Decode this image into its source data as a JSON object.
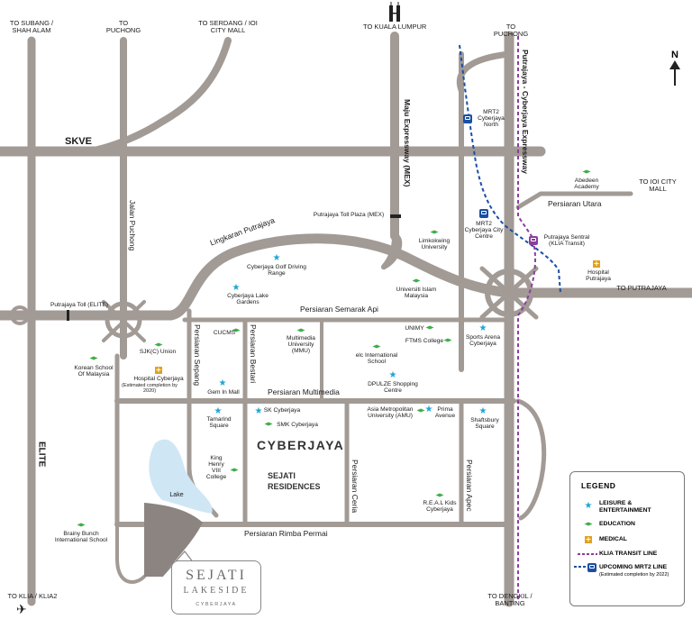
{
  "destinations": {
    "subang": "TO SUBANG / SHAH ALAM",
    "puchong_left": "TO PUCHONG",
    "serdang": "TO SERDANG / IOI CITY MALL",
    "kuala_lumpur": "TO KUALA LUMPUR",
    "puchong_right": "TO PUCHONG",
    "ioi_city": "TO IOI CITY MALL",
    "putrajaya": "TO PUTRAJAYA",
    "klia": "TO KLIA / KLIA2",
    "dengkil": "TO DENGKIL / BANTING"
  },
  "roads": {
    "skve": "SKVE",
    "jalan_puchong": "Jalan Puchong",
    "lingkaran": "Lingkaran Putrajaya",
    "mex": "Maju Expressway (MEX)",
    "pce": "Putrajaya - Cyberjaya Expressway",
    "persiaran_utara": "Persiaran Utara",
    "semarak_api": "Persiaran Semarak Api",
    "sepang": "Persiaran Sepang",
    "bestari": "Persiaran Bestari",
    "multimedia": "Persiaran Multimedia",
    "ceria": "Persiaran Ceria",
    "apec": "Persiaran Apec",
    "rimba_permai": "Persiaran Rimba Permai",
    "elite": "ELITE"
  },
  "tolls": {
    "mex_toll": "Putrajaya Toll Plaza (MEX)",
    "elite_toll": "Putrajaya Toll (ELITE)"
  },
  "places": {
    "golf": "Cyberjaya Golf Driving Range",
    "lake_gardens": "Cyberjaya Lake Gardens",
    "limkokwing": "Limkokwing University",
    "uim": "Universiti Islam Malaysia",
    "abedeen": "Abedeen Academy",
    "mrt_north": "MRT2 Cyberjaya North",
    "mrt_centre": "MRT2 Cyberjaya City Centre",
    "sentral": "Putrajaya Sentral (KLIA Transit)",
    "hospital_pj": "Hospital Putrajaya",
    "cucms": "CUCMS",
    "mmu": "Multimedia University (MMU)",
    "unimy": "UNIMY",
    "ftms": "FTMS College",
    "sports_arena": "Sports Arena Cyberjaya",
    "elc": "elc International School",
    "dpulze": "DPULZE Shopping Centre",
    "sjkc": "SJK(C) Union",
    "korean": "Korean School Of Malaysia",
    "hospital_cj": "Hospital Cyberjaya",
    "hospital_cj_note": "(Estimated completion by 2020)",
    "gem_in": "Gem In Mall",
    "tamarind": "Tamarind Square",
    "sk_cyberjaya": "SK Cyberjaya",
    "smk_cyberjaya": "SMK Cyberjaya",
    "amu": "Asia Metropolitan University (AMU)",
    "prima": "Prima Avenue",
    "shaftsbury": "Shaftsbury Square",
    "king_henry": "King Henry VIII College",
    "real_kids": "R.E.A.L Kids Cyberjaya",
    "brainy_bunch": "Brainy Bunch International School",
    "lake": "Lake",
    "cyberjaya": "CYBERJAYA",
    "sejati_residences": "SEJATI RESIDENCES"
  },
  "legend": {
    "title": "LEGEND",
    "leisure": "LEISURE & ENTERTAINMENT",
    "education": "EDUCATION",
    "medical": "MEDICAL",
    "klia_line": "KLIA TRANSIT LINE",
    "mrt_line": "UPCOMING MRT2 LINE",
    "mrt_note": "(Estimated completion by 2022)"
  },
  "logo": {
    "line1": "SEJATI",
    "line2": "LAKESIDE",
    "line3": "CYBERJAYA"
  },
  "compass": "N",
  "colors": {
    "road": "#a29a95",
    "lake": "#cfe6f5",
    "leisure": "#1fa5d6",
    "education": "#3fae49",
    "medical": "#e0a21f",
    "klia_line": "#8a3f9b",
    "mrt_line": "#1a4fa3"
  },
  "icons": {
    "leisure": "star-icon",
    "education": "graduation-cap-icon",
    "medical": "medical-cross-icon",
    "mrt": "train-icon",
    "klia": "train-icon",
    "airport": "airplane-icon",
    "tower": "twin-towers-icon"
  }
}
